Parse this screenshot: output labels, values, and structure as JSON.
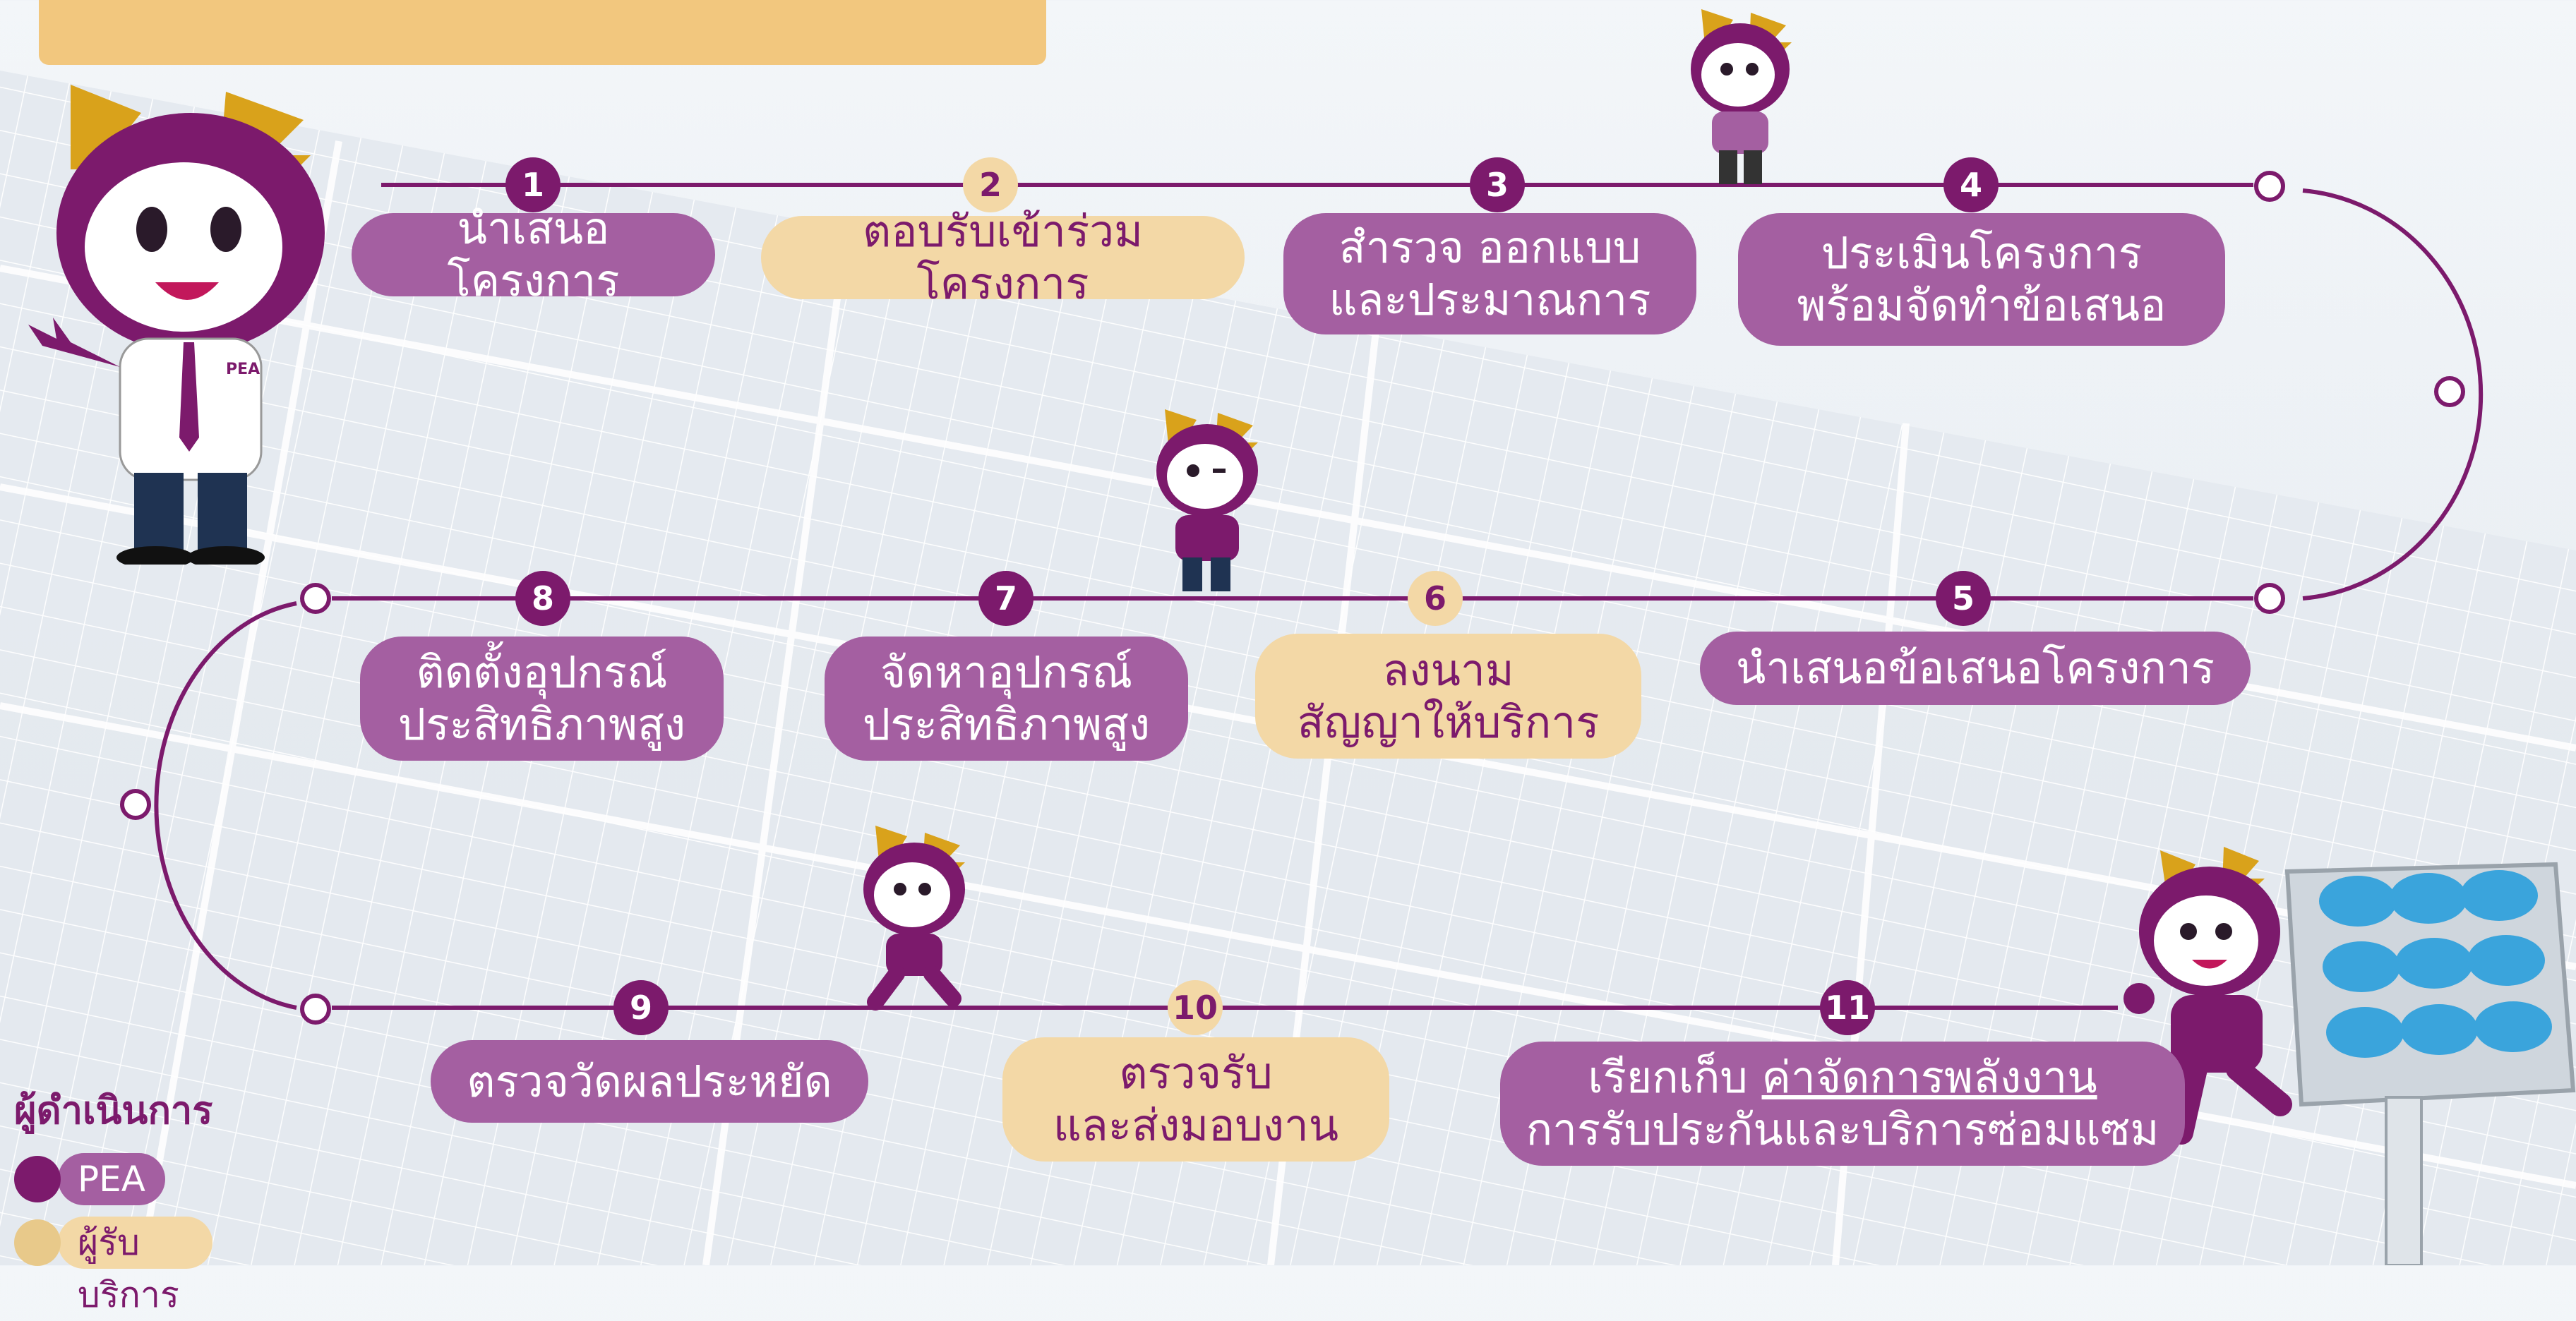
{
  "colors": {
    "pea": "#7c1a6c",
    "pea_light": "#a45fa1",
    "provider": "#f3d8a6",
    "header": "#f2c77e"
  },
  "steps": [
    {
      "number": "1",
      "label": "นำเสนอโครงการ",
      "by": "pea"
    },
    {
      "number": "2",
      "label": "ตอบรับเข้าร่วมโครงการ",
      "by": "provider"
    },
    {
      "number": "3",
      "label": "สำรวจ ออกแบบ\nและประมาณการ",
      "by": "pea"
    },
    {
      "number": "4",
      "label": "ประเมินโครงการ\nพร้อมจัดทำข้อเสนอ",
      "by": "pea"
    },
    {
      "number": "5",
      "label": "นำเสนอข้อเสนอโครงการ",
      "by": "pea"
    },
    {
      "number": "6",
      "label": "ลงนาม\nสัญญาให้บริการ",
      "by": "provider"
    },
    {
      "number": "7",
      "label": "จัดหาอุปกรณ์\nประสิทธิภาพสูง",
      "by": "pea"
    },
    {
      "number": "8",
      "label": "ติดตั้งอุปกรณ์\nประสิทธิภาพสูง",
      "by": "pea"
    },
    {
      "number": "9",
      "label": "ตรวจวัดผลประหยัด",
      "by": "pea"
    },
    {
      "number": "10",
      "label": "ตรวจรับ\nและส่งมอบงาน",
      "by": "provider"
    },
    {
      "number": "11",
      "label_pre": "เรียกเก็บ ",
      "label_link": "ค่าจัดการพลังงาน",
      "label_line2": "การรับประกันและบริการซ่อมแซม",
      "by": "pea"
    }
  ],
  "legend": {
    "title": "ผู้ดำเนินการ",
    "items": [
      {
        "label": "PEA",
        "by": "pea"
      },
      {
        "label": "ผู้รับบริการ",
        "by": "provider"
      }
    ]
  },
  "mascot_badge": "PEA"
}
